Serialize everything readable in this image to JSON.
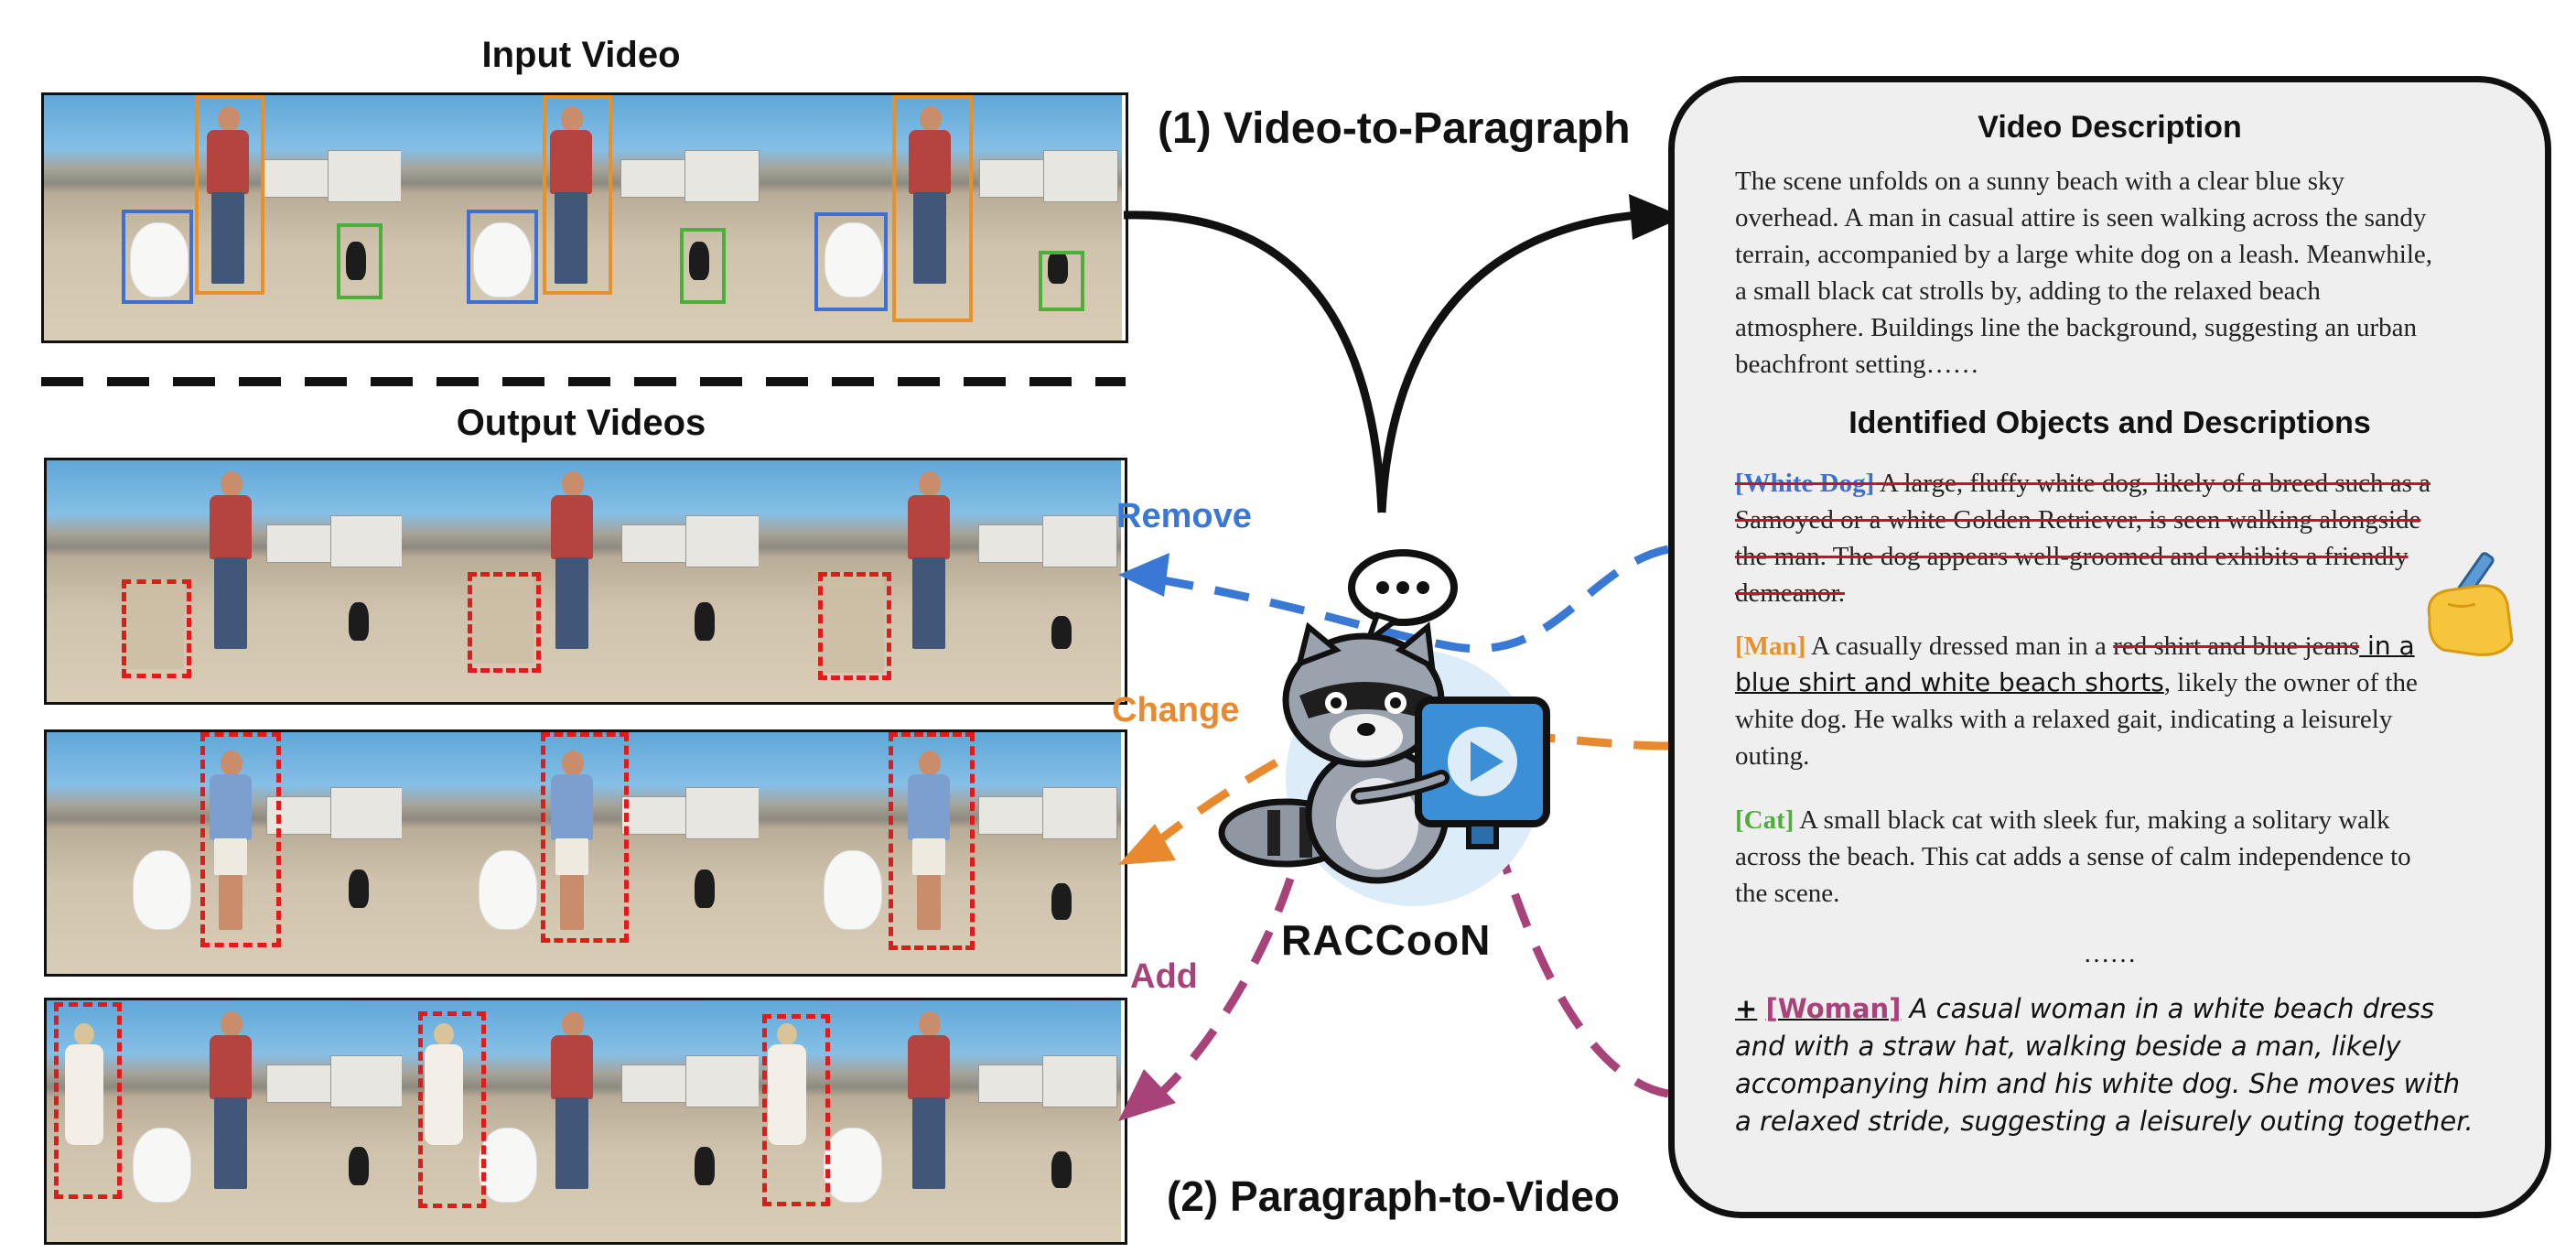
{
  "input_title": "Input Video",
  "output_title": "Output Videos",
  "step1_label": "(1) Video-to-Paragraph",
  "step2_label": "(2) Paragraph-to-Video",
  "model_name": "RACCooN",
  "ops": {
    "remove": {
      "label": "Remove",
      "color": "#3a78d6"
    },
    "change": {
      "label": "Change",
      "color": "#e8892f"
    },
    "add": {
      "label": "Add",
      "color": "#a8437a"
    }
  },
  "box_colors": {
    "dog": "#3f6fd0",
    "man": "#e8902a",
    "cat": "#4caf3a",
    "edit": "#e01b1b"
  },
  "description": {
    "heading": "Video Description",
    "text": "The scene unfolds on a sunny beach with a clear blue sky overhead. A man in casual attire is seen walking across the sandy terrain, accompanied by a large white dog on a leash. Meanwhile, a small black cat strolls by, adding to the relaxed beach atmosphere. Buildings line the background, suggesting an urban beachfront setting……"
  },
  "objects": {
    "heading": "Identified Objects and Descriptions",
    "dog": {
      "tag": "[White Dog]",
      "text": " A large, fluffy white dog, likely of a breed such as a Samoyed or a white Golden Retriever, is seen walking alongside the man. The dog appears well-groomed and exhibits a friendly demeanor."
    },
    "man": {
      "tag": "[Man]",
      "pre": " A casually dressed man in a ",
      "removed": "red shirt and blue jeans",
      "added": " in a blue shirt and white beach shorts",
      "post": ", likely the owner of the white dog. He walks with a relaxed gait, indicating a leisurely outing."
    },
    "cat": {
      "tag": "[Cat]",
      "text": " A small black cat with sleek fur, making a solitary walk across the beach. This cat adds a sense of calm independence to the scene."
    },
    "ellipsis": "……",
    "woman": {
      "plus": "+",
      "tag": "[Woman]",
      "text": " A casual woman in a white beach dress and with a straw hat, walking beside a man, likely accompanying him and his white dog. She moves with a relaxed stride, suggesting a leisurely outing together."
    }
  }
}
